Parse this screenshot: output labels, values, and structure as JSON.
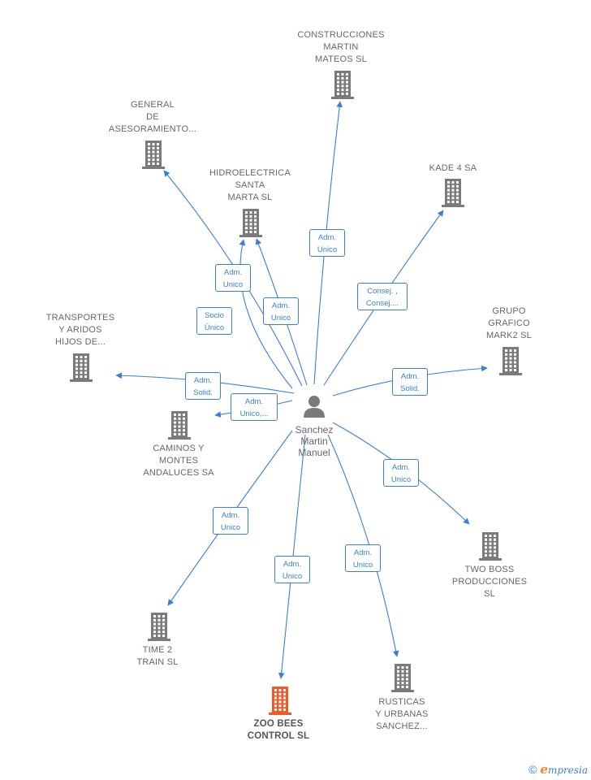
{
  "diagram": {
    "center": {
      "name_lines": [
        "Sanchez",
        "Martin",
        "Manuel"
      ]
    },
    "companies": [
      {
        "id": "construcciones",
        "lines": [
          "CONSTRUCCIONES",
          "MARTIN",
          "MATEOS  SL"
        ]
      },
      {
        "id": "general",
        "lines": [
          "GENERAL",
          "DE",
          "ASESORAMIENTO..."
        ]
      },
      {
        "id": "hidroelectrica",
        "lines": [
          "HIDROELECTRICA",
          "SANTA",
          "MARTA SL"
        ]
      },
      {
        "id": "kade",
        "lines": [
          "KADE 4 SA"
        ]
      },
      {
        "id": "grupo",
        "lines": [
          "GRUPO",
          "GRAFICO",
          "MARK2 SL"
        ]
      },
      {
        "id": "transportes",
        "lines": [
          "TRANSPORTES",
          "Y ARIDOS",
          "HIJOS DE..."
        ]
      },
      {
        "id": "caminos",
        "lines": [
          "CAMINOS Y",
          "MONTES",
          "ANDALUCES SA"
        ]
      },
      {
        "id": "twoboss",
        "lines": [
          "TWO BOSS",
          "PRODUCCIONES",
          "SL"
        ]
      },
      {
        "id": "time2",
        "lines": [
          "TIME 2",
          "TRAIN  SL"
        ]
      },
      {
        "id": "zoobees",
        "lines": [
          "ZOO BEES",
          "CONTROL  SL"
        ]
      },
      {
        "id": "rusticas",
        "lines": [
          "RUSTICAS",
          "Y URBANAS",
          "SANCHEZ..."
        ]
      }
    ],
    "roles": [
      {
        "id": "r-construcciones",
        "lines": [
          "Adm.",
          "Unico"
        ]
      },
      {
        "id": "r-general",
        "lines": [
          "Adm.",
          "Unico"
        ]
      },
      {
        "id": "r-socio",
        "lines": [
          "Socio",
          "Único"
        ]
      },
      {
        "id": "r-hidro",
        "lines": [
          "Adm.",
          "Unico"
        ]
      },
      {
        "id": "r-kade",
        "lines": [
          "Consej. ,",
          "Consej...."
        ]
      },
      {
        "id": "r-grupo",
        "lines": [
          "Adm.",
          "Solid."
        ]
      },
      {
        "id": "r-transportes",
        "lines": [
          "Adm.",
          "Solid."
        ]
      },
      {
        "id": "r-caminos",
        "lines": [
          "Adm.",
          "Unico,..."
        ]
      },
      {
        "id": "r-twoboss",
        "lines": [
          "Adm.",
          "Unico"
        ]
      },
      {
        "id": "r-time2",
        "lines": [
          "Adm.",
          "Unico"
        ]
      },
      {
        "id": "r-zoobees",
        "lines": [
          "Adm.",
          "Unico"
        ]
      },
      {
        "id": "r-rusticas",
        "lines": [
          "Adm.",
          "Unico"
        ]
      }
    ],
    "colors": {
      "edge": "#3a7fd5",
      "building": "#7a7a7a",
      "highlight_building": "#f05a28",
      "person": "#7a7a7a"
    }
  },
  "footer": {
    "copyright": "©",
    "brand_initial": "e",
    "brand_rest": "mpresia"
  }
}
